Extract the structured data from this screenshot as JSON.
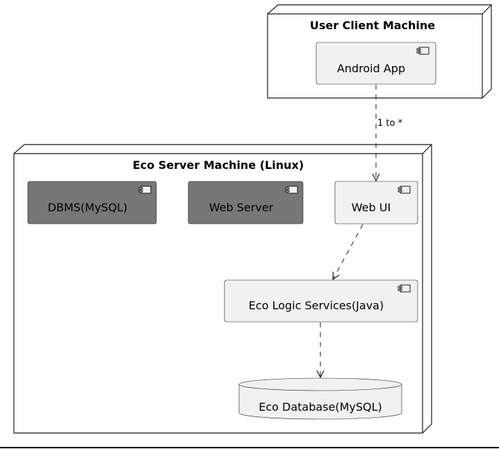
{
  "nodes": {
    "client": {
      "title": "User Client Machine"
    },
    "server": {
      "title": "Eco Server Machine (Linux)"
    }
  },
  "components": {
    "android_app": {
      "label": "Android App"
    },
    "dbms": {
      "label": "DBMS(MySQL)"
    },
    "web_server": {
      "label": "Web Server"
    },
    "web_ui": {
      "label": "Web UI"
    },
    "eco_logic": {
      "label": "Eco Logic Services(Java)"
    },
    "eco_database": {
      "label": "Eco Database(MySQL)"
    }
  },
  "edges": {
    "app_to_webui": {
      "label": "1 to *"
    }
  },
  "colors": {
    "component_fill": "#f1f1f1",
    "component_disabled_fill": "#777777",
    "border": "#181818"
  }
}
